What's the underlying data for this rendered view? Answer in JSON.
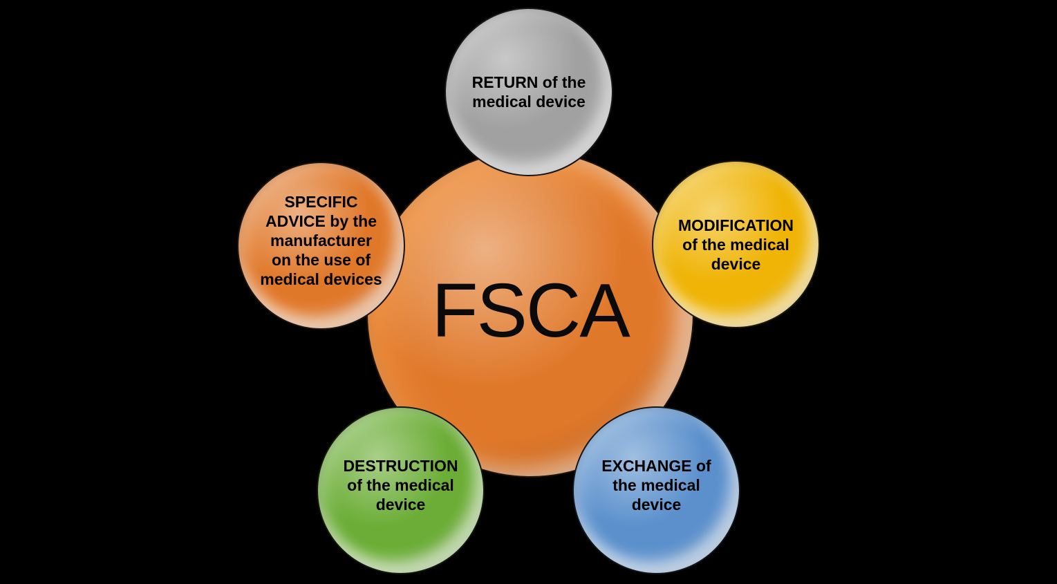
{
  "diagram": {
    "background_color": "#000000",
    "text_color": "#000000",
    "center_node": {
      "label": "FSCA",
      "color": "#E0782A"
    },
    "nodes": [
      {
        "id": "return",
        "label": "RETURN of the medical device",
        "lines": [
          "RETURN of the",
          "medical device"
        ],
        "color": "#A1A1A1",
        "position": "top"
      },
      {
        "id": "specific-advice",
        "label": "SPECIFIC ADVICE by the manufacturer on the use of medical devices",
        "lines": [
          "SPECIFIC",
          "ADVICE by the",
          "manufacturer",
          "on the use of",
          "medical devices"
        ],
        "color": "#E0782A",
        "position": "upper-left"
      },
      {
        "id": "modification",
        "label": "MODIFICATION of the medical device",
        "lines": [
          "MODIFICATION",
          "of the medical",
          "device"
        ],
        "color": "#EFB406",
        "position": "upper-right"
      },
      {
        "id": "destruction",
        "label": "DESTRUCTION of the medical device",
        "lines": [
          "DESTRUCTION",
          "of the medical",
          "device"
        ],
        "color": "#6BAD36",
        "position": "lower-left"
      },
      {
        "id": "exchange",
        "label": "EXCHANGE of the medical device",
        "lines": [
          "EXCHANGE of",
          "the medical",
          "device"
        ],
        "color": "#5B90CC",
        "position": "lower-right"
      }
    ]
  }
}
